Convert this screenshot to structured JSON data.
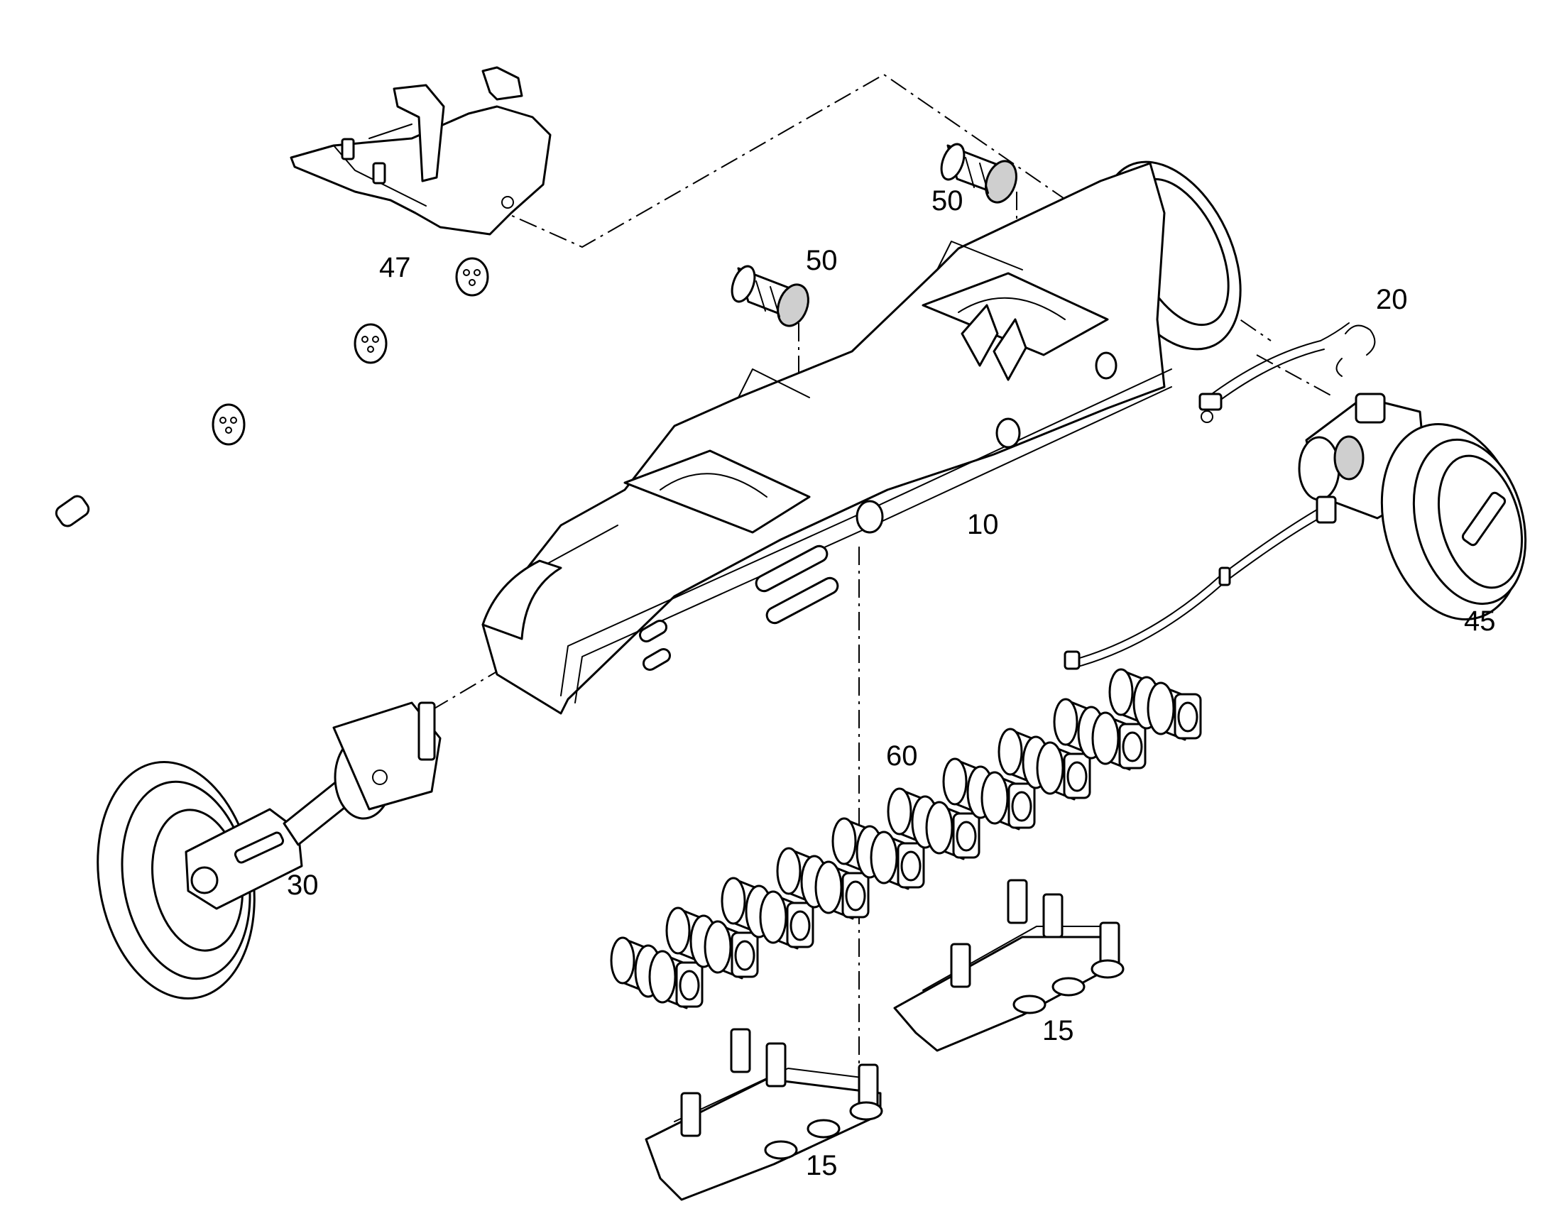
{
  "colors": {
    "ink": "#000000",
    "paper": "#ffffff",
    "shade": "#cfcfcf"
  },
  "callouts": {
    "track_frame": "10",
    "track_guards": "15",
    "track_guards_2": "15",
    "hose_line": "20",
    "idler_wheel": "30",
    "travel_drive": "45",
    "guard_plate_assembly": "47",
    "bushing_front": "50",
    "bushing_rear": "50",
    "track_rollers": "60"
  }
}
